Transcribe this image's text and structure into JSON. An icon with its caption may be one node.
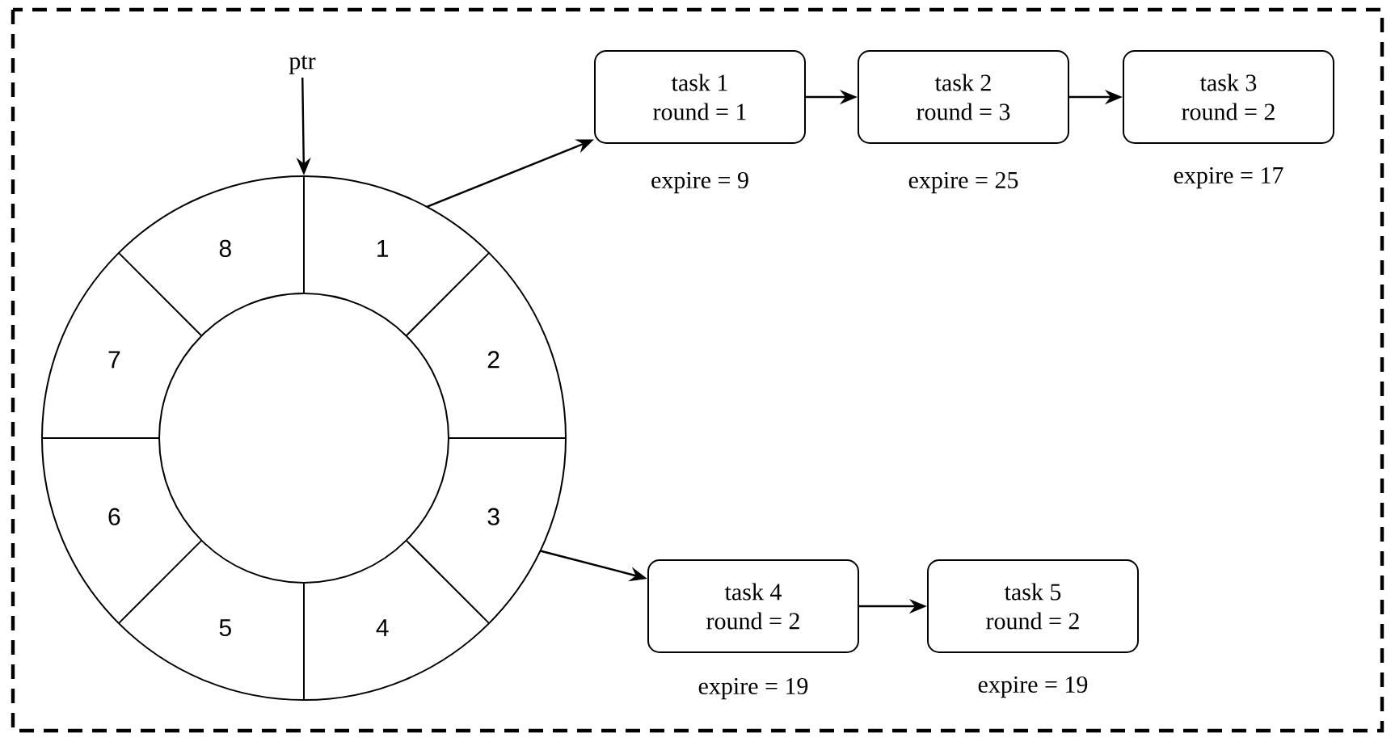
{
  "diagram": {
    "nodes": [
      {
        "text": [
          "ptr"
        ]
      },
      {
        "text": [],
        "shape": "circle"
      },
      {
        "text": [
          "1"
        ],
        "in": 1
      },
      {
        "text": [
          "2"
        ],
        "in": 1
      },
      {
        "text": [
          "3"
        ],
        "in": 1
      },
      {
        "text": [
          "4"
        ],
        "in": 1
      },
      {
        "text": [
          "5"
        ],
        "in": 1
      },
      {
        "text": [
          "6"
        ],
        "in": 1
      },
      {
        "text": [
          "7"
        ],
        "in": 1
      },
      {
        "text": [
          "8"
        ],
        "in": 1
      },
      {
        "text": [
          "task 1",
          "round = 1"
        ],
        "beside": [
          "expire = 9"
        ]
      },
      {
        "text": [
          "task 2",
          "round = 3"
        ],
        "beside": [
          "expire = 25"
        ]
      },
      {
        "text": [
          "task 3",
          "round = 2"
        ],
        "beside": [
          "expire = 17"
        ]
      },
      {
        "text": [
          "task 4",
          "round = 2"
        ],
        "beside": [
          "expire = 19"
        ]
      },
      {
        "text": [
          "task 5",
          "round = 2"
        ],
        "beside": [
          "expire = 19"
        ]
      }
    ],
    "edges": [
      {
        "from": 0,
        "to": 1,
        "arrow": "to"
      },
      {
        "from": 2,
        "to": 10,
        "arrow": "to"
      },
      {
        "from": 10,
        "to": 11,
        "arrow": "to"
      },
      {
        "from": 11,
        "to": 12,
        "arrow": "to"
      },
      {
        "from": 4,
        "to": 13,
        "arrow": "to"
      },
      {
        "from": 13,
        "to": 14,
        "arrow": "to"
      }
    ]
  }
}
